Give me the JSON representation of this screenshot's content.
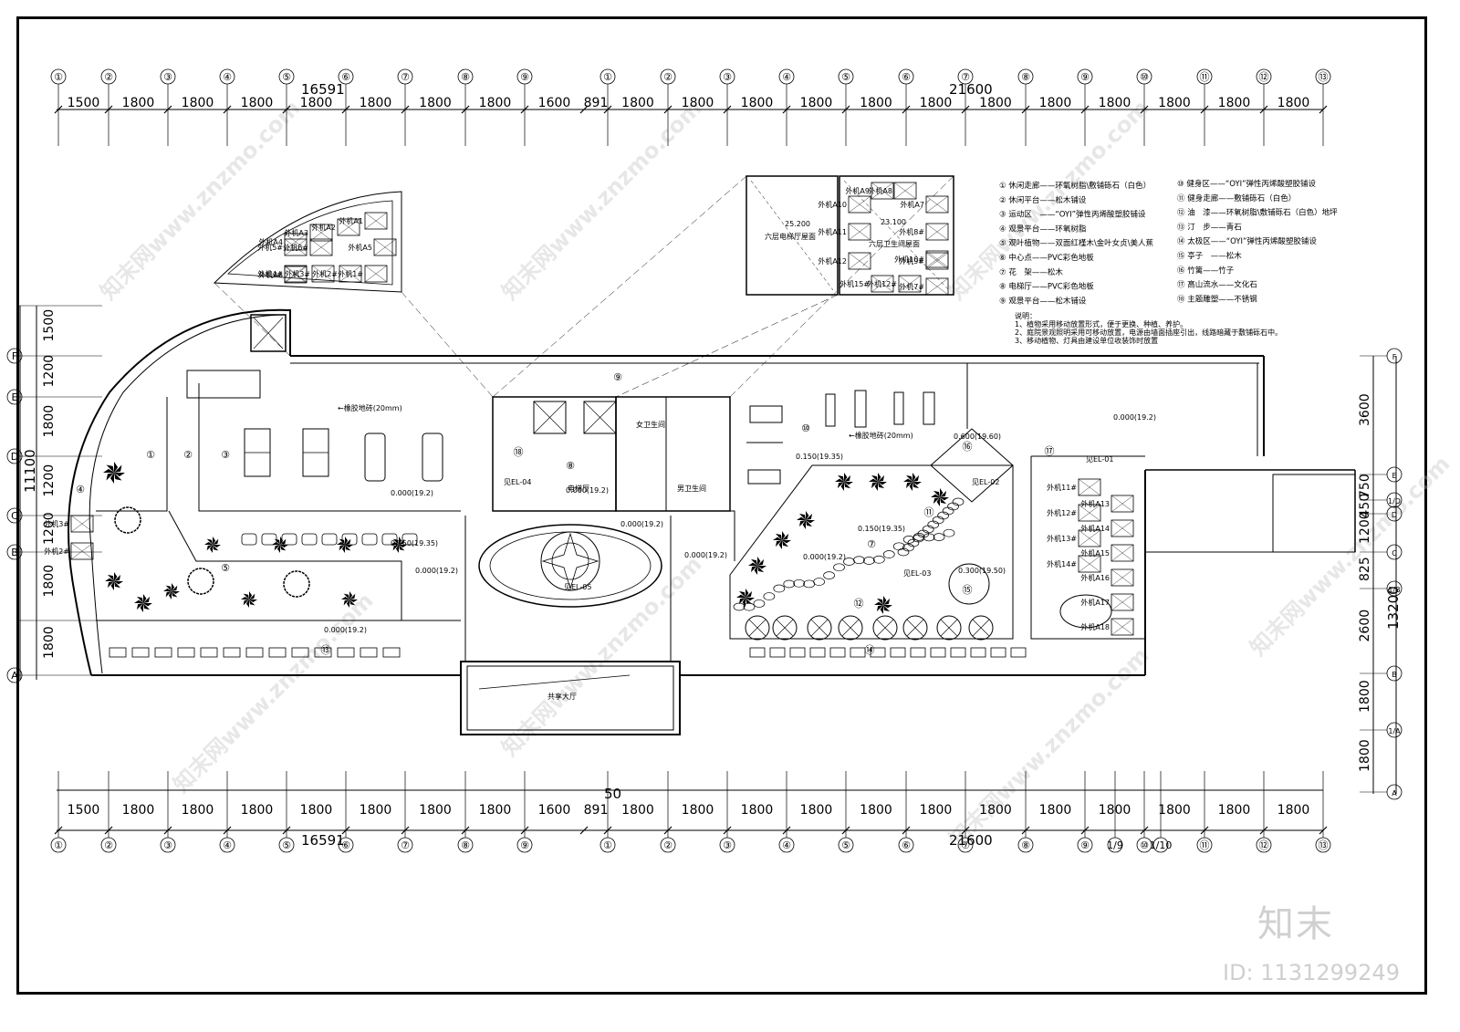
{
  "axes_top_left": [
    "①",
    "②",
    "③",
    "④",
    "⑤",
    "⑥",
    "⑦",
    "⑧",
    "⑨"
  ],
  "axes_top_right": [
    "①",
    "②",
    "③",
    "④",
    "⑤",
    "⑥",
    "⑦",
    "⑧",
    "⑨",
    "⑩",
    "⑪",
    "⑫",
    "⑬"
  ],
  "axes_bottom_right": [
    "①",
    "②",
    "③",
    "④",
    "⑤",
    "⑥",
    "⑦",
    "⑧",
    "⑨",
    "1/9",
    "⑩",
    "1/10",
    "⑪",
    "⑫",
    "⑬"
  ],
  "dims_left": [
    "1500",
    "1800",
    "1800",
    "1800",
    "1800",
    "1800",
    "1800",
    "1800",
    "1600",
    "891"
  ],
  "dims_right": [
    "1800",
    "1800",
    "1800",
    "1800",
    "1800",
    "1800",
    "1800",
    "1800",
    "1800",
    "1800",
    "1800",
    "1800"
  ],
  "total_left": "16591",
  "total_right": "21600",
  "bottom_note": "50",
  "left_dims": [
    "1500",
    "1200",
    "1800",
    "1200",
    "1200",
    "1800",
    "1800"
  ],
  "left_total": "11100",
  "right_dims": [
    "3600",
    "750",
    "450",
    "1200",
    "825",
    "2600",
    "1800",
    "1800"
  ],
  "right_total": "13200",
  "grid_rows_right": [
    "F",
    "E",
    "1/D",
    "D",
    "C",
    "1/B",
    "B",
    "1/A",
    "A"
  ],
  "grid_rows_left": [
    "F",
    "E",
    "D",
    "C",
    "B",
    "A"
  ],
  "labels": {
    "elevator_roof": "六层电梯厅屋面",
    "elevator_roof_elev": "25.200",
    "wc_roof": "六层卫生间屋面",
    "wc_roof_elev": "23.100",
    "rubber_floor_1": "←橡胶地砖(20mm)",
    "rubber_floor_2": "←橡胶地砖(20mm)",
    "female_wc": "女卫生间",
    "male_wc": "男卫生间",
    "elevator_hall": "电梯厅",
    "atrium": "共享大厅",
    "el01": "见EL-01",
    "el02": "见EL-02",
    "el03": "见EL-03",
    "el04": "见EL-04",
    "el05": "见EL-05",
    "lvl_a": "0.000(19.2)",
    "lvl_b": "0.150(19.35)",
    "lvl_c": "0.300(19.50)",
    "lvl_d": "0.600(19.60)",
    "lvl_e": "0.300(19.50)"
  },
  "units_top": [
    "外机A1",
    "外机A2",
    "外机A3",
    "外机A4",
    "外机A5",
    "外机A6",
    "外机1#",
    "外机2#",
    "外机3#",
    "外机4#",
    "外机5#",
    "外机6#"
  ],
  "units_wc": [
    "外机A7",
    "外机A8",
    "外机A9",
    "外机A10",
    "外机A11",
    "外机A12",
    "外机7#",
    "外机8#",
    "外机9#",
    "外机10#",
    "外机12#",
    "外机15#"
  ],
  "units_left": [
    "外机3#",
    "外机2#"
  ],
  "units_right_a": [
    "外机11#",
    "外机12#",
    "外机13#",
    "外机14#"
  ],
  "units_right_b": [
    "外机A13",
    "外机A14",
    "外机A15",
    "外机A16",
    "外机A17",
    "外机A18"
  ],
  "legend_left": [
    "① 休闲走廊——环氧树脂\\敷铺砾石（白色）",
    "② 休闲平台——松木铺设",
    "③ 运动区　——“OYI”弹性丙烯酸塑胶铺设",
    "④ 观景平台——环氧树脂",
    "⑤ 观叶植物——双面红槿木\\金叶女贞\\美人蕉",
    "⑥ 中心点——PVC彩色地板",
    "⑦ 花　架——松木",
    "⑧ 电梯厅——PVC彩色地板",
    "⑨ 观景平台——松木铺设"
  ],
  "legend_right": [
    "⑩ 健身区——“OYI”弹性丙烯酸塑胶铺设",
    "⑪ 健身走廊——敷铺砾石（白色）",
    "⑫ 油　漆——环氧树脂\\敷铺砾石（白色）地坪",
    "⑬ 汀　步——青石",
    "⑭ 太极区——“OYI”弹性丙烯酸塑胶铺设",
    "⑮ 亭子　——松木",
    "⑯ 竹篱——竹子",
    "⑰ 高山流水——文化石",
    "⑱ 主题雕塑——不锈钢"
  ],
  "notes": [
    "说明：",
    "1、植物采用移动放置形式，便于更换、种植、养护。",
    "2、庭院景观照明采用可移动放置，电源由墙面插座引出，线路暗藏于敷铺砾石中。",
    "3、移动植物、灯具由建设单位收装饰时放置"
  ],
  "zone_marks": [
    "①",
    "②",
    "③",
    "④",
    "⑤",
    "⑦",
    "⑧",
    "⑨",
    "⑩",
    "⑪",
    "⑫",
    "⑬",
    "⑭",
    "⑮",
    "⑯",
    "⑰",
    "⑱"
  ],
  "watermark": "知末网www.znzmo.com",
  "brand": "知末",
  "id": "ID: 1131299249"
}
